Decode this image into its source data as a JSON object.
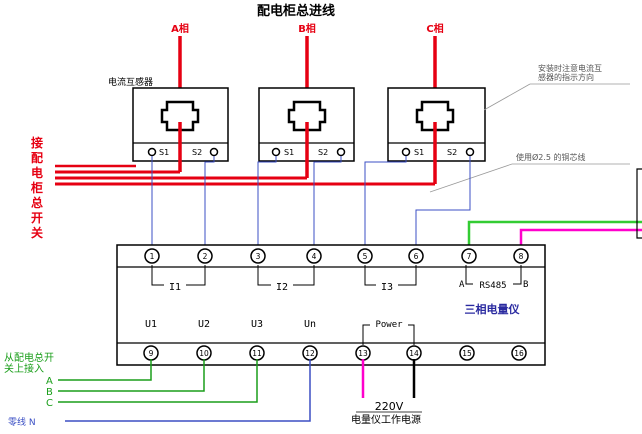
{
  "title": "配电柜总进线",
  "phases": {
    "a": "A相",
    "b": "B相",
    "c": "C相"
  },
  "ct_label": "电流互感器",
  "ct_terminals": {
    "s1": "S1",
    "s2": "S2"
  },
  "note_ct": [
    "安装时注意电流互",
    "感器的指示方向"
  ],
  "note_wire": "使用Ø2.5 的铜芯线",
  "breaker_label": [
    "接",
    "配",
    "电",
    "柜",
    "总",
    "开",
    "关"
  ],
  "meter": {
    "top_terminals": [
      "1",
      "2",
      "3",
      "4",
      "5",
      "6",
      "7",
      "8"
    ],
    "bottom_terminals": [
      "9",
      "10",
      "11",
      "12",
      "13",
      "14",
      "15",
      "16"
    ],
    "current_groups": [
      "I1",
      "I2",
      "I3"
    ],
    "rs485": {
      "a": "A",
      "label": "RS485",
      "b": "B"
    },
    "name": "三相电量仪",
    "voltage_labels": [
      "U1",
      "U2",
      "U3",
      "Un"
    ],
    "power_label": "Power"
  },
  "source_label": [
    "从配电总开",
    "关上接入"
  ],
  "abc_lines": [
    "A",
    "B",
    "C"
  ],
  "neutral_label": "零线 N",
  "power_supply": {
    "voltage": "220V",
    "label": "电量仪工作电源"
  },
  "colors": {
    "red_wire": "#e60012",
    "blue_wire": "#3b4fc4",
    "green_wire": "#1a9e1a",
    "bright_green": "#33cc33",
    "magenta_wire": "#ff00cc",
    "meter_name": "#2a2aa0"
  }
}
